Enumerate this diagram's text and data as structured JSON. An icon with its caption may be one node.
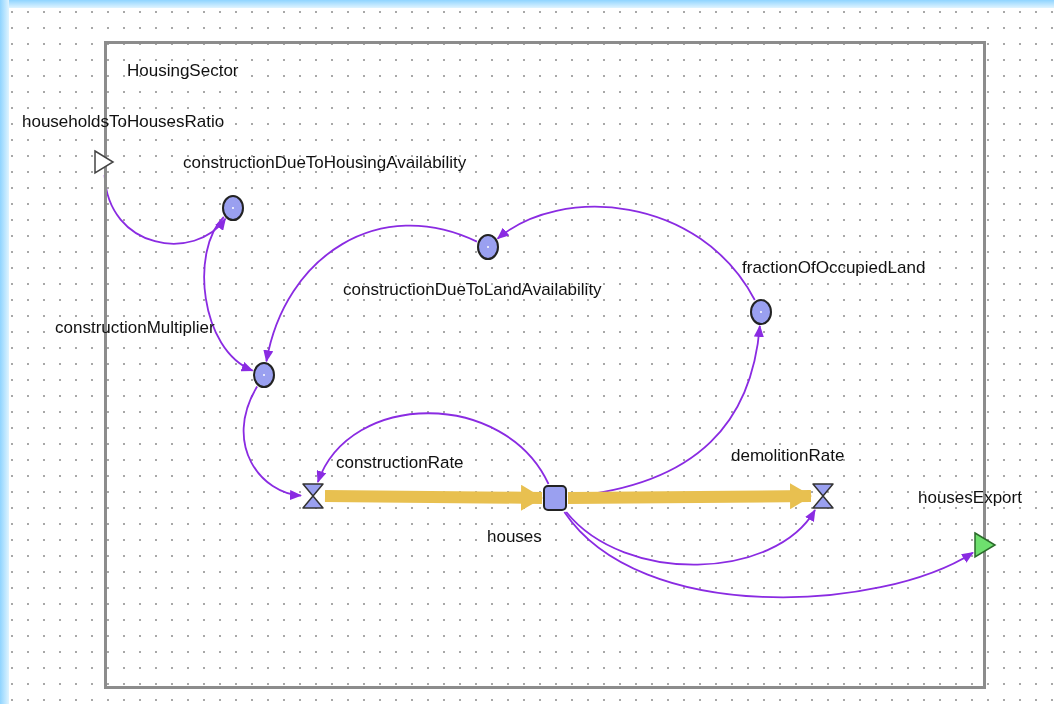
{
  "diagram": {
    "nodes": [
      {
        "text": [
          "HousingSector"
        ]
      },
      {
        "text": [
          "householdsToHousesRatio"
        ]
      },
      {
        "text": [
          "constructionDueToHousingAvailability"
        ],
        "in": 0
      },
      {
        "text": [
          "constructionDueToLandAvailability"
        ],
        "in": 0
      },
      {
        "text": [
          "fractionOfOccupiedLand"
        ],
        "in": 0
      },
      {
        "text": [
          "constructionMultiplier"
        ],
        "in": 0
      },
      {
        "text": [
          "constructionRate"
        ],
        "in": 0
      },
      {
        "text": [
          "houses"
        ],
        "in": 0
      },
      {
        "text": [
          "demolitionRate"
        ],
        "in": 0
      },
      {
        "text": [
          "housesExport"
        ]
      }
    ],
    "edges": [
      {
        "from": 1,
        "to": 2,
        "arrow": "to"
      },
      {
        "from": 2,
        "to": 5,
        "arrow": "to"
      },
      {
        "from": 3,
        "to": 5,
        "arrow": "to"
      },
      {
        "from": 4,
        "to": 3,
        "arrow": "to"
      },
      {
        "from": 7,
        "to": 4,
        "arrow": "to"
      },
      {
        "from": 5,
        "to": 6,
        "arrow": "to"
      },
      {
        "from": 7,
        "to": 6,
        "arrow": "to"
      },
      {
        "from": 6,
        "to": 7,
        "arrow": "to",
        "style": "thick",
        "color": "#e8c050"
      },
      {
        "from": 7,
        "to": 8,
        "arrow": "to",
        "style": "thick",
        "color": "#e8c050"
      },
      {
        "from": 7,
        "to": 8,
        "arrow": "to"
      },
      {
        "from": 7,
        "to": 9,
        "arrow": "to"
      }
    ]
  }
}
